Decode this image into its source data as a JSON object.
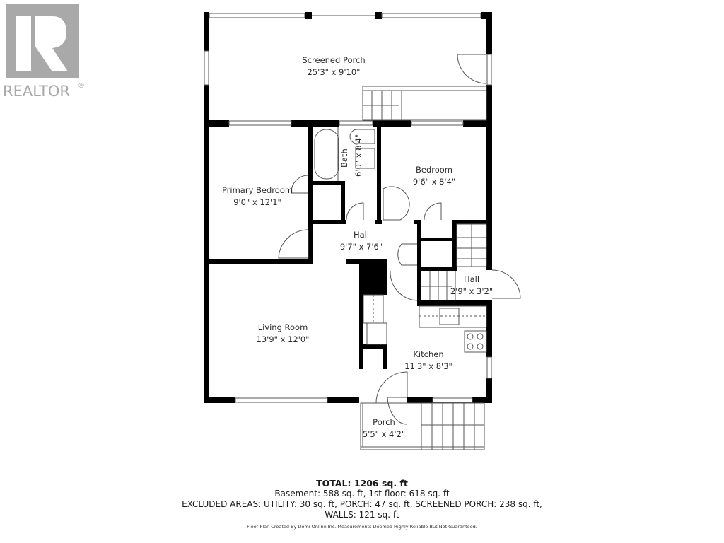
{
  "logo": {
    "icon": "realtor-r-icon",
    "wordmark": "REALTOR",
    "registered_mark": "®",
    "color": "#a9a9a9"
  },
  "rooms": {
    "screened_porch": {
      "name": "Screened Porch",
      "dims": "25'3\" x 9'10\""
    },
    "primary_bedroom": {
      "name": "Primary Bedroom",
      "dims": "9'0\" x 12'1\""
    },
    "bath": {
      "name": "Bath",
      "dims": "6'0\" x 8'4\""
    },
    "bedroom": {
      "name": "Bedroom",
      "dims": "9'6\" x 8'4\""
    },
    "hall_main": {
      "name": "Hall",
      "dims": "9'7\" x 7'6\""
    },
    "hall_small": {
      "name": "Hall",
      "dims": "2'9\" x 3'2\""
    },
    "living_room": {
      "name": "Living Room",
      "dims": "13'9\" x 12'0\""
    },
    "kitchen": {
      "name": "Kitchen",
      "dims": "11'3\" x 8'3\""
    },
    "porch": {
      "name": "Porch",
      "dims": "5'5\" x 4'2\""
    }
  },
  "summary": {
    "total": "TOTAL: 1206 sq. ft",
    "floors": "Basement: 588 sq. ft, 1st floor: 618 sq. ft",
    "excluded": "EXCLUDED AREAS: UTILITY: 30 sq. ft, PORCH: 47 sq. ft, SCREENED PORCH: 238 sq. ft,",
    "walls": "WALLS: 121 sq. ft"
  },
  "footer_note": "Floor Plan Created By Domi Online Inc. Measurements Deemed Highly Reliable But Not Guaranteed.",
  "colors": {
    "wall": "#000000",
    "line": "#555555",
    "text": "#2a2a2a",
    "logo": "#a9a9a9"
  }
}
